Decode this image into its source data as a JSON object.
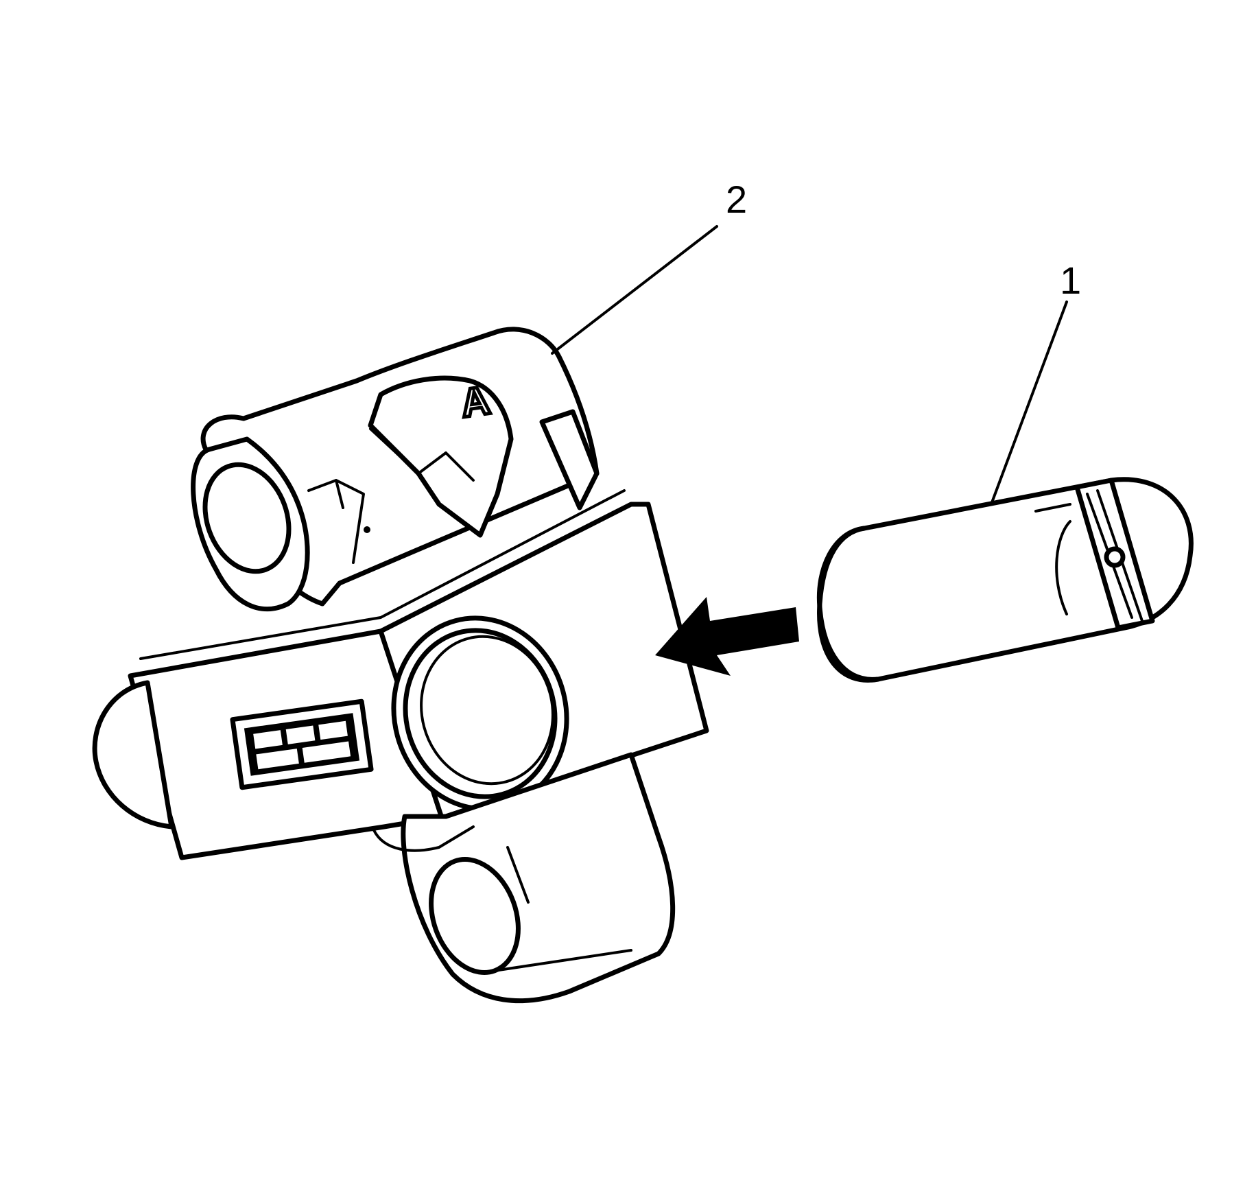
{
  "callouts": [
    {
      "id": "1",
      "label": "1",
      "part": "pin"
    },
    {
      "id": "2",
      "label": "2",
      "part": "housing"
    }
  ],
  "housing_marking": "A",
  "icons": [
    "arrow-left-icon"
  ],
  "colors": {
    "line": "#000000",
    "background": "#ffffff"
  }
}
